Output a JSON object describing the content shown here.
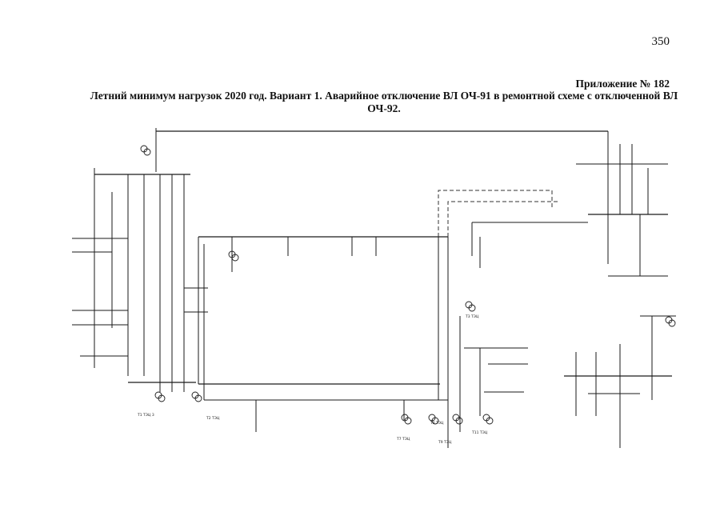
{
  "page": {
    "number": "350",
    "annex": "Приложение № 182",
    "title": "Летний минимум нагрузок 2020 год. Вариант 1. Аварийное отключение ВЛ ОЧ-91 в ремонтной схеме с отключенной ВЛ ОЧ-92."
  },
  "diagram": {
    "transformer_labels": [
      "Т1 ТЭЦ 3",
      "Т2 ТЭЦ",
      "Т3 ТЭЦ",
      "Т7 ТЭЦ",
      "Т8 ТЭЦ",
      "Т9 ТЭЦ",
      "Т11 ТЭЦ"
    ],
    "colors": {
      "line": "#1a1a1a",
      "dashed": "#333333",
      "background": "#ffffff"
    }
  }
}
